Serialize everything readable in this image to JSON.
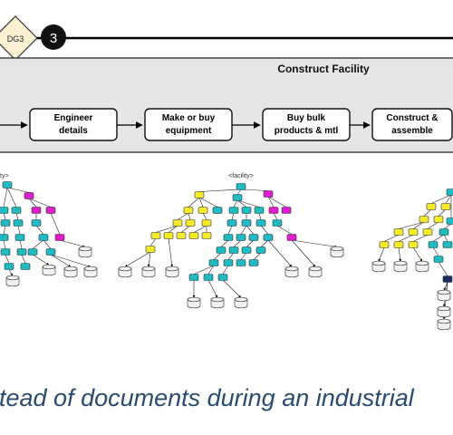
{
  "header": {
    "gate_label": "DG3",
    "step_number": "3",
    "phase_title": "Construct Facility"
  },
  "steps": [
    {
      "line1": "Engineer",
      "line2": "details"
    },
    {
      "line1": "Make or buy",
      "line2": "equipment"
    },
    {
      "line1": "Buy bulk",
      "line2": "products & mtl"
    },
    {
      "line1": "Construct &",
      "line2": "assemble"
    }
  ],
  "trees": {
    "left_root_label": "ty>",
    "middle_root_label": "<facility>"
  },
  "caption": "tead of documents during an industrial",
  "colors": {
    "cyan": "#1bbcc4",
    "yellow": "#f4ea2a",
    "magenta": "#e21bd0",
    "gray": "#e6e6e6",
    "navy": "#1c2a66",
    "caption": "#2b4a6e"
  }
}
